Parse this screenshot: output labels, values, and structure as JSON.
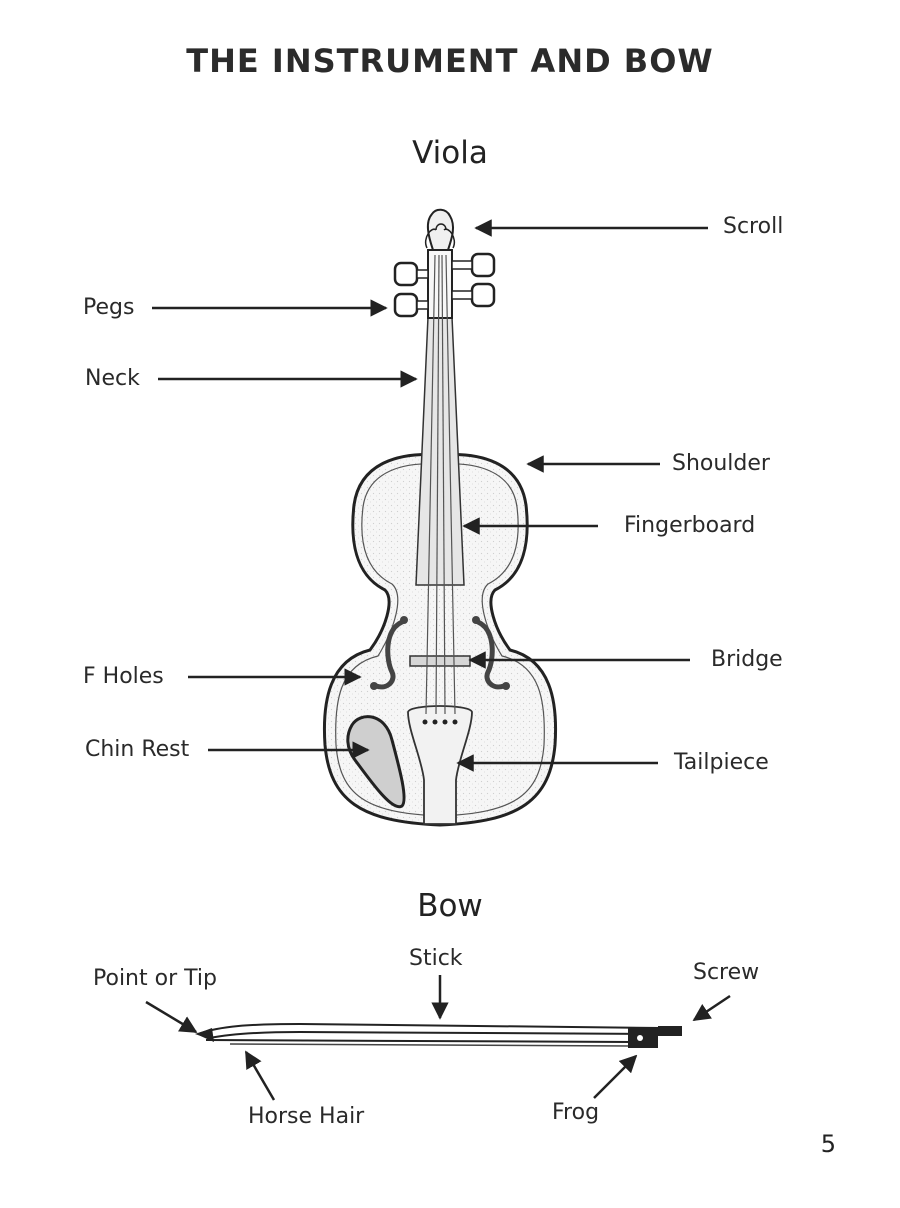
{
  "title": "THE INSTRUMENT AND BOW",
  "viola": {
    "heading": "Viola",
    "labels": {
      "scroll": "Scroll",
      "pegs": "Pegs",
      "neck": "Neck",
      "shoulder": "Shoulder",
      "fingerboard": "Fingerboard",
      "bridge": "Bridge",
      "f_holes": "F Holes",
      "chin_rest": "Chin Rest",
      "tailpiece": "Tailpiece"
    }
  },
  "bow": {
    "heading": "Bow",
    "labels": {
      "point_or_tip": "Point or Tip",
      "stick": "Stick",
      "screw": "Screw",
      "horse_hair": "Horse Hair",
      "frog": "Frog"
    }
  },
  "page_number": "5"
}
